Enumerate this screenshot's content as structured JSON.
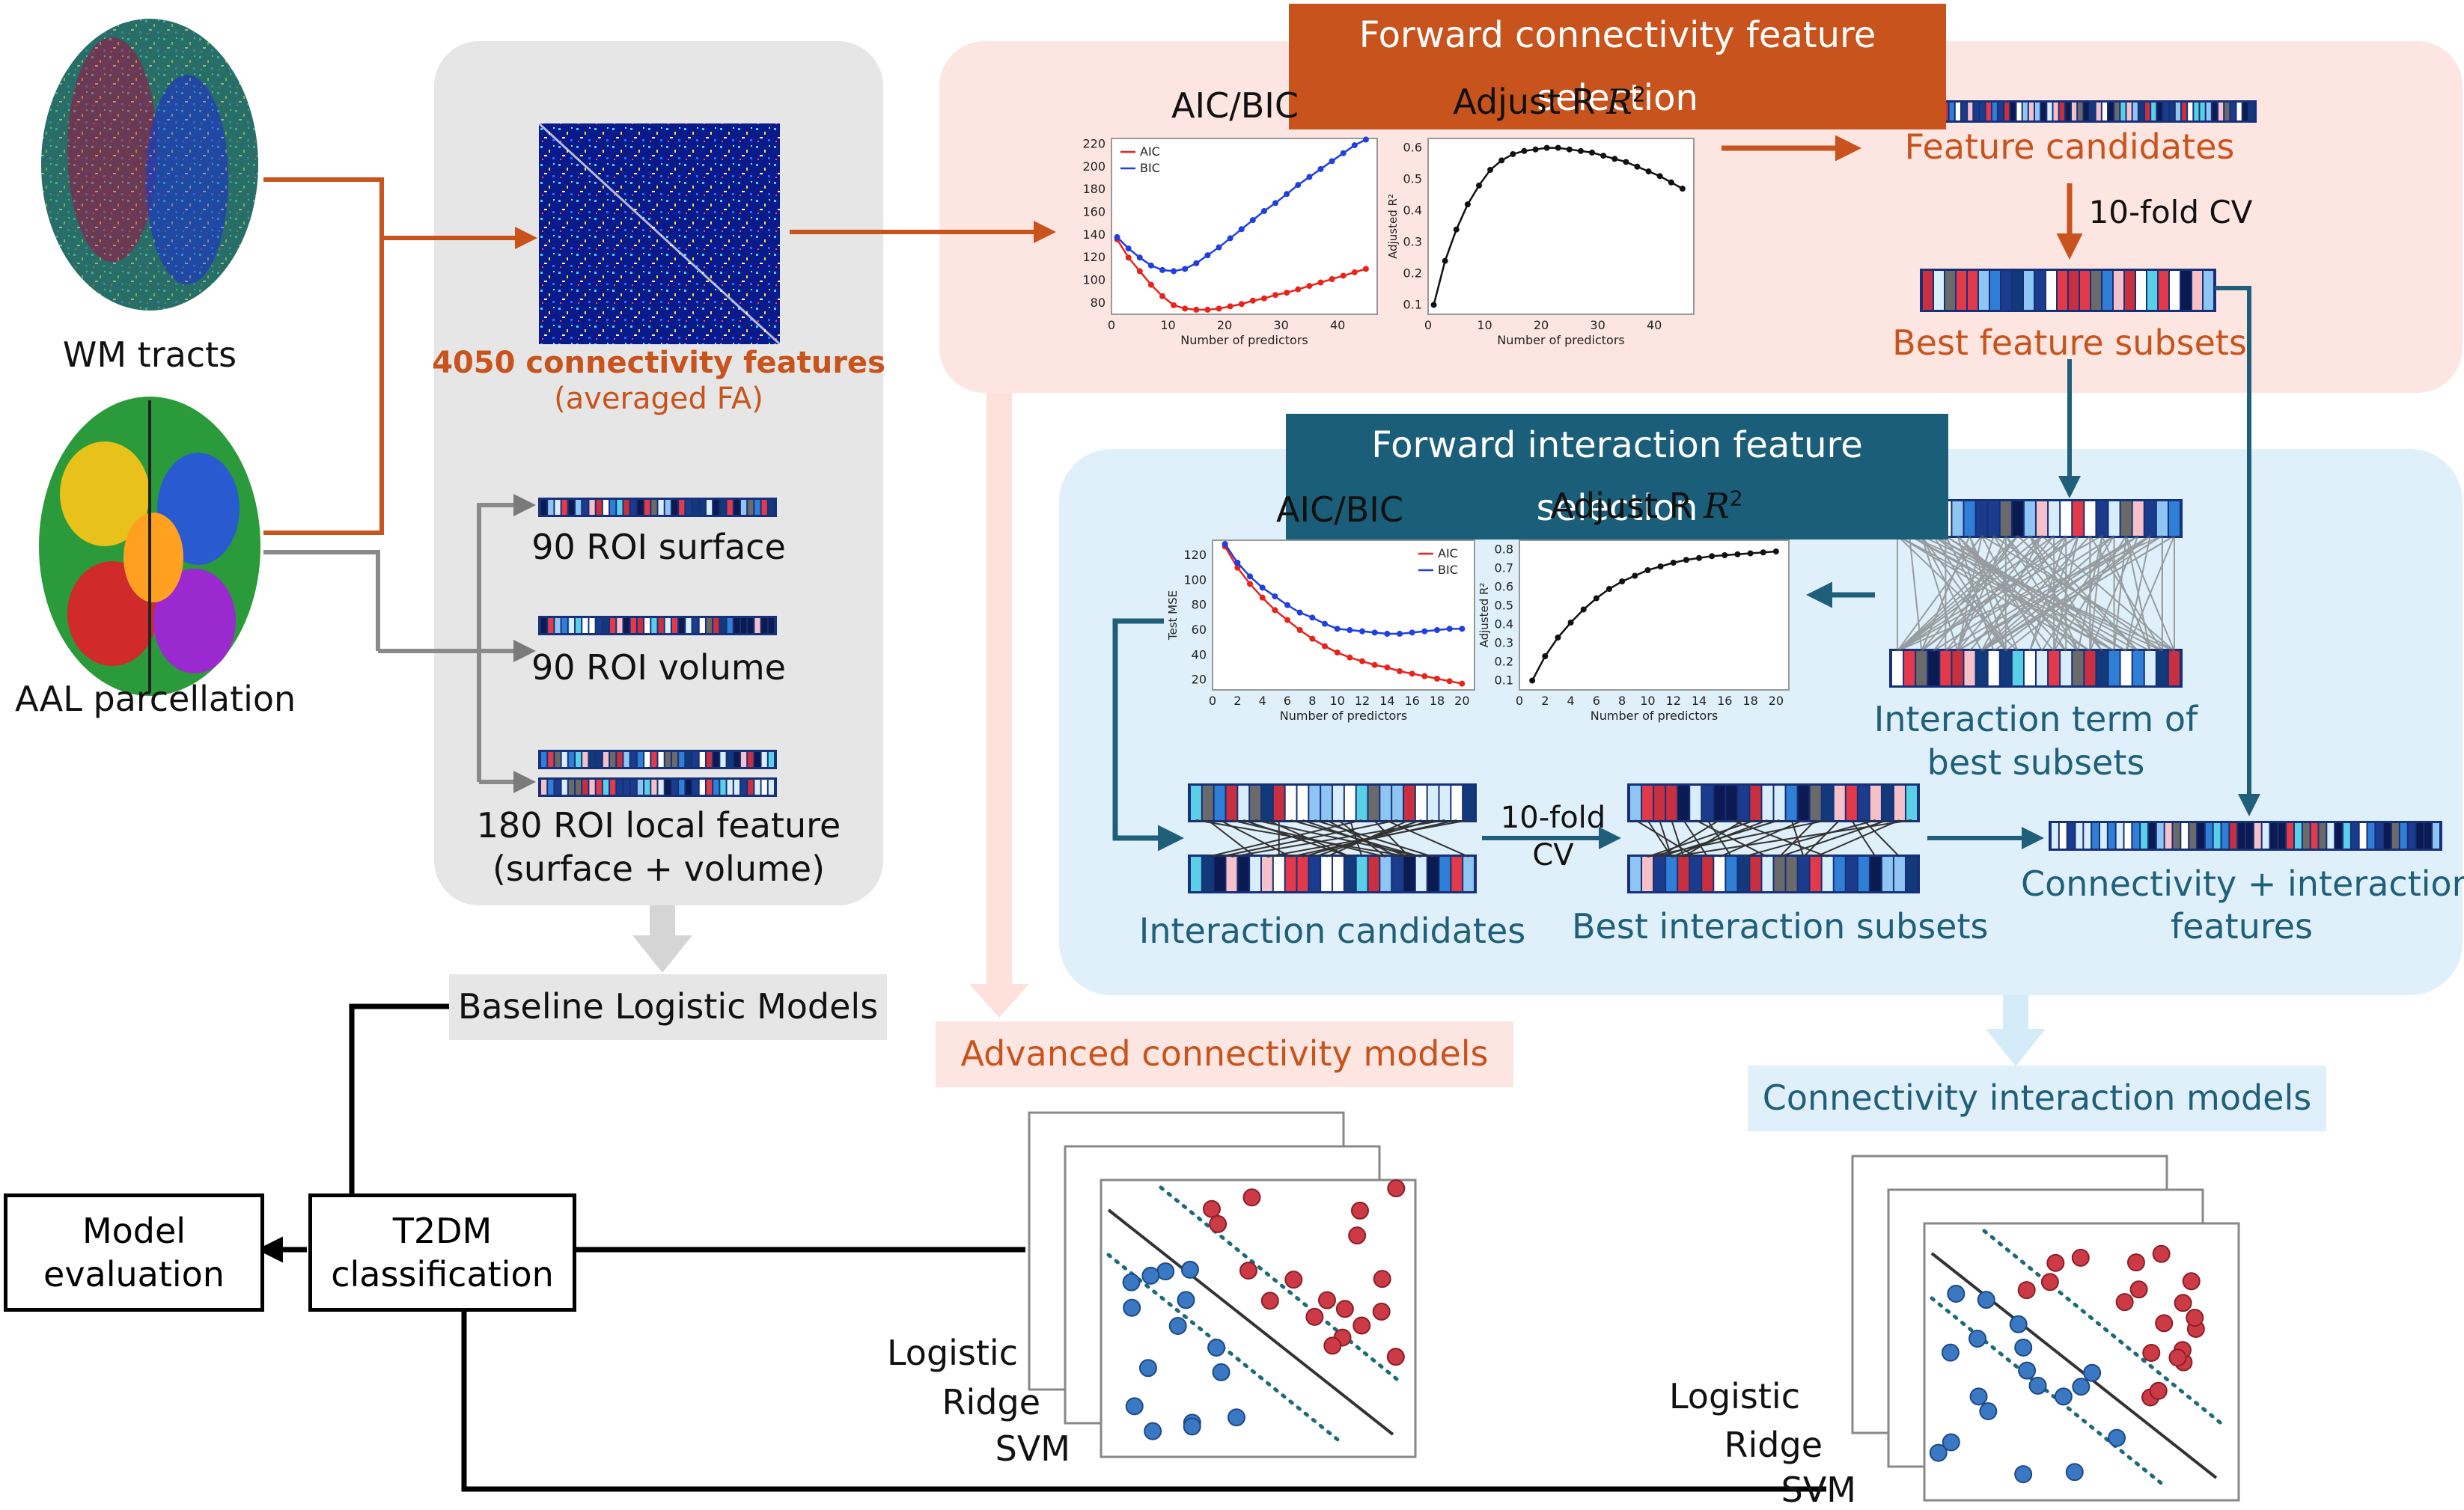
{
  "inputs": {
    "wm_tracts": "WM tracts",
    "aal": "AAL parcellation"
  },
  "features": {
    "connectivity_title": "4050 connectivity features",
    "connectivity_sub": "(averaged FA)",
    "roi_surface": "90 ROI surface",
    "roi_volume": "90 ROI volume",
    "roi_local_1": "180 ROI local feature",
    "roi_local_2": "(surface + volume)"
  },
  "forward_conn": {
    "banner": "Forward connectivity feature selection",
    "aicbic_title": "AIC/BIC",
    "adjr2_title": "Adjust R",
    "feature_candidates": "Feature candidates",
    "cv": "10-fold CV",
    "best_subsets": "Best feature subsets"
  },
  "forward_inter": {
    "banner": "Forward interaction feature selection",
    "aicbic_title": "AIC/BIC",
    "adjr2_title": "Adjust R",
    "interaction_term_1": "Interaction term of",
    "interaction_term_2": "best subsets",
    "interaction_candidates": "Interaction candidates",
    "cv_1": "10-fold",
    "cv_2": "CV",
    "best_interaction": "Best interaction subsets",
    "combined_1": "Connectivity + interaction",
    "combined_2": "features"
  },
  "models": {
    "baseline": "Baseline Logistic Models",
    "advanced": "Advanced connectivity models",
    "interaction": "Connectivity interaction models",
    "logistic": "Logistic",
    "ridge": "Ridge",
    "svm": "SVM",
    "t2dm_1": "T2DM",
    "t2dm_2": "classification",
    "eval_1": "Model",
    "eval_2": "evaluation"
  },
  "colors": {
    "orange": "#c8531c",
    "teal": "#1f5f7a",
    "orange_panel": "#fde6e1",
    "blue_panel": "#dff0fa",
    "gray_panel": "#e6e6e6",
    "aic": "#e8231c",
    "bic": "#1f3fe0"
  },
  "chart_data": [
    {
      "type": "line",
      "title": "",
      "xlabel": "Number of predictors",
      "ylabel": "",
      "xlim": [
        0,
        47
      ],
      "ylim": [
        70,
        225
      ],
      "xticks": [
        0,
        10,
        20,
        30,
        40
      ],
      "yticks": [
        80,
        100,
        120,
        140,
        160,
        180,
        200,
        220
      ],
      "legend": "top-left",
      "series": [
        {
          "name": "AIC",
          "color": "#e8231c",
          "x": [
            1,
            3,
            5,
            7,
            9,
            11,
            13,
            15,
            17,
            19,
            21,
            23,
            25,
            27,
            29,
            31,
            33,
            35,
            37,
            39,
            41,
            43,
            45
          ],
          "values": [
            136,
            120,
            108,
            96,
            86,
            78,
            75,
            74,
            74,
            75,
            77,
            79,
            82,
            84,
            87,
            89,
            92,
            95,
            98,
            101,
            104,
            107,
            110
          ]
        },
        {
          "name": "BIC",
          "color": "#1f3fe0",
          "x": [
            1,
            3,
            5,
            7,
            9,
            11,
            13,
            15,
            17,
            19,
            21,
            23,
            25,
            27,
            29,
            31,
            33,
            35,
            37,
            39,
            41,
            43,
            45
          ],
          "values": [
            138,
            128,
            120,
            113,
            109,
            108,
            110,
            115,
            122,
            129,
            137,
            145,
            153,
            161,
            168,
            176,
            184,
            191,
            198,
            205,
            212,
            219,
            224
          ]
        }
      ]
    },
    {
      "type": "line",
      "title": "",
      "xlabel": "Number of predictors",
      "ylabel": "Adjusted R²",
      "xlim": [
        0,
        47
      ],
      "ylim": [
        0.07,
        0.63
      ],
      "xticks": [
        0,
        10,
        20,
        30,
        40
      ],
      "yticks": [
        0.1,
        0.2,
        0.3,
        0.4,
        0.5,
        0.6
      ],
      "series": [
        {
          "name": "",
          "color": "#111111",
          "x": [
            1,
            3,
            5,
            7,
            9,
            11,
            13,
            15,
            17,
            19,
            21,
            23,
            25,
            27,
            29,
            31,
            33,
            35,
            37,
            39,
            41,
            43,
            45
          ],
          "values": [
            0.1,
            0.24,
            0.34,
            0.42,
            0.48,
            0.53,
            0.56,
            0.58,
            0.59,
            0.595,
            0.6,
            0.6,
            0.595,
            0.59,
            0.585,
            0.575,
            0.565,
            0.555,
            0.54,
            0.525,
            0.51,
            0.49,
            0.47
          ]
        }
      ]
    },
    {
      "type": "line",
      "title": "",
      "xlabel": "Number of predictors",
      "ylabel": "Test MSE",
      "xlim": [
        0,
        21
      ],
      "ylim": [
        12,
        132
      ],
      "xticks": [
        0,
        2,
        4,
        6,
        8,
        10,
        12,
        14,
        16,
        18,
        20
      ],
      "yticks": [
        20,
        40,
        60,
        80,
        100,
        120
      ],
      "legend": "top-right",
      "series": [
        {
          "name": "AIC",
          "color": "#e8231c",
          "x": [
            1,
            2,
            3,
            4,
            5,
            6,
            7,
            8,
            9,
            10,
            11,
            12,
            13,
            14,
            15,
            16,
            17,
            18,
            19,
            20
          ],
          "values": [
            127,
            110,
            97,
            86,
            76,
            68,
            60,
            53,
            47,
            42,
            38,
            35,
            32,
            30,
            27,
            25,
            23,
            21,
            19,
            17
          ]
        },
        {
          "name": "BIC",
          "color": "#1f3fe0",
          "x": [
            1,
            2,
            3,
            4,
            5,
            6,
            7,
            8,
            9,
            10,
            11,
            12,
            13,
            14,
            15,
            16,
            17,
            18,
            19,
            20
          ],
          "values": [
            129,
            114,
            103,
            94,
            87,
            80,
            74,
            70,
            65,
            61,
            60,
            59,
            58,
            57,
            57,
            58,
            59,
            60,
            61,
            61
          ]
        }
      ]
    },
    {
      "type": "line",
      "title": "",
      "xlabel": "Number of predictors",
      "ylabel": "Adjusted R²",
      "xlim": [
        0,
        21
      ],
      "ylim": [
        0.05,
        0.85
      ],
      "xticks": [
        0,
        2,
        4,
        6,
        8,
        10,
        12,
        14,
        16,
        18,
        20
      ],
      "yticks": [
        0.1,
        0.2,
        0.3,
        0.4,
        0.5,
        0.6,
        0.7,
        0.8
      ],
      "series": [
        {
          "name": "",
          "color": "#111111",
          "x": [
            1,
            2,
            3,
            4,
            5,
            6,
            7,
            8,
            9,
            10,
            11,
            12,
            13,
            14,
            15,
            16,
            17,
            18,
            19,
            20
          ],
          "values": [
            0.1,
            0.23,
            0.33,
            0.41,
            0.48,
            0.54,
            0.59,
            0.63,
            0.66,
            0.69,
            0.71,
            0.73,
            0.745,
            0.755,
            0.765,
            0.77,
            0.775,
            0.78,
            0.785,
            0.79
          ]
        }
      ]
    }
  ]
}
